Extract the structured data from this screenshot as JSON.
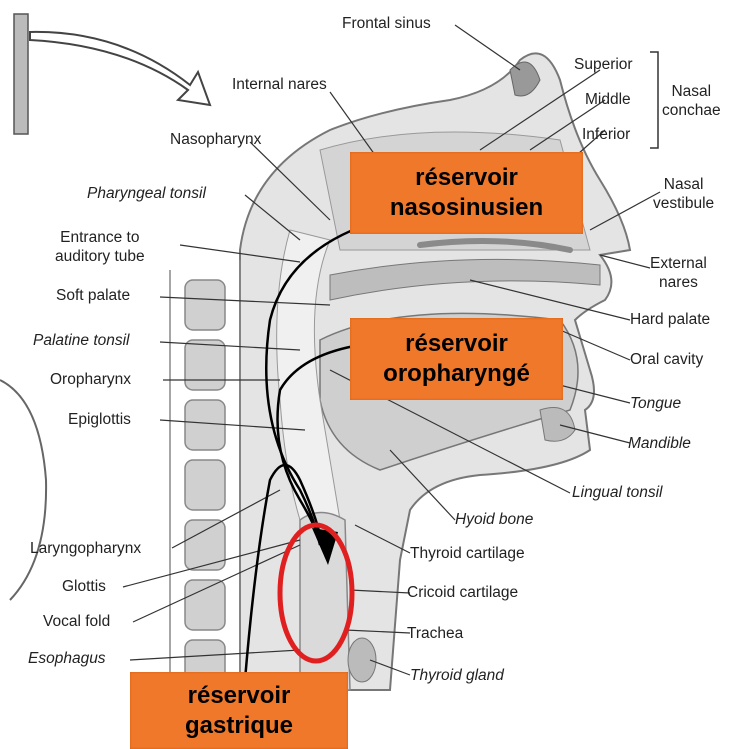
{
  "labels": {
    "frontal_sinus": "Frontal sinus",
    "superior": "Superior",
    "middle": "Middle",
    "inferior": "Inferior",
    "nasal_conchae": "Nasal\nconchae",
    "internal_nares": "Internal nares",
    "nasopharynx": "Nasopharynx",
    "pharyngeal_tonsil": "Pharyngeal tonsil",
    "entrance_auditory_tube": "Entrance to\nauditory tube",
    "soft_palate": "Soft palate",
    "palatine_tonsil": "Palatine tonsil",
    "oropharynx": "Oropharynx",
    "epiglottis": "Epiglottis",
    "laryngopharynx": "Laryngopharynx",
    "glottis": "Glottis",
    "vocal_fold": "Vocal fold",
    "esophagus": "Esophagus",
    "nasal_vestibule": "Nasal\nvestibule",
    "external_nares": "External\nnares",
    "hard_palate": "Hard palate",
    "oral_cavity": "Oral cavity",
    "tongue": "Tongue",
    "mandible": "Mandible",
    "lingual_tonsil": "Lingual tonsil",
    "hyoid_bone": "Hyoid bone",
    "thyroid_cartilage": "Thyroid cartilage",
    "cricoid_cartilage": "Cricoid cartilage",
    "trachea": "Trachea",
    "thyroid_gland": "Thyroid gland"
  },
  "reservoirs": {
    "naso_line1": "réservoir",
    "naso_line2": "nasosinusien",
    "oro_line1": "réservoir",
    "oro_line2": "oropharyngé",
    "gastric_line1": "réservoir",
    "gastric_line2": "gastrique"
  },
  "colors": {
    "reservoir_box": "#f0782a",
    "highlight_ellipse": "#e02020",
    "flow_arrow": "#000000"
  }
}
